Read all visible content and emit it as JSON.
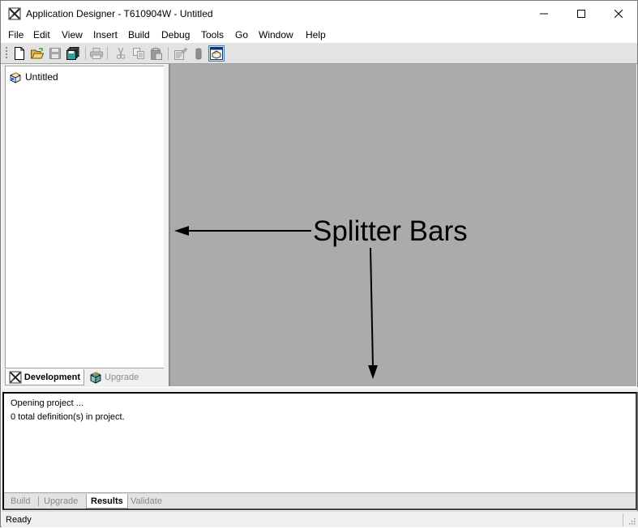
{
  "window": {
    "title": "Application Designer - T610904W - Untitled",
    "controls": {
      "minimize": "—",
      "maximize": "☐",
      "close": "✕"
    }
  },
  "menubar": {
    "items": [
      {
        "label": "File"
      },
      {
        "label": "Edit"
      },
      {
        "label": "View"
      },
      {
        "label": "Insert"
      },
      {
        "label": "Build"
      },
      {
        "label": "Debug"
      },
      {
        "label": "Tools"
      },
      {
        "label": "Go"
      },
      {
        "label": "Window"
      },
      {
        "label": "Help"
      }
    ]
  },
  "toolbar": {
    "buttons": [
      {
        "icon": "new-file-icon",
        "enabled": true
      },
      {
        "icon": "open-folder-icon",
        "enabled": true
      },
      {
        "icon": "save-icon",
        "enabled": false
      },
      {
        "icon": "save-all-icon",
        "enabled": true
      },
      {
        "icon": "print-icon",
        "enabled": false
      },
      {
        "icon": "cut-icon",
        "enabled": false
      },
      {
        "icon": "copy-icon",
        "enabled": false
      },
      {
        "icon": "paste-icon",
        "enabled": false
      },
      {
        "icon": "properties-icon",
        "enabled": false
      },
      {
        "icon": "component-icon",
        "enabled": false
      },
      {
        "icon": "project-workspace-icon",
        "enabled": true,
        "pressed": true
      }
    ]
  },
  "project_pane": {
    "tree": [
      {
        "label": "Untitled",
        "icon": "project-icon"
      }
    ],
    "tabs": [
      {
        "label": "Development",
        "icon": "development-icon",
        "active": true
      },
      {
        "label": "Upgrade",
        "icon": "upgrade-icon",
        "active": false
      }
    ]
  },
  "workspace": {
    "background": "#ababab"
  },
  "annotation": {
    "label": "Splitter Bars"
  },
  "output": {
    "lines": [
      "Opening project ...",
      "0  total definition(s) in project."
    ],
    "tabs": [
      {
        "label": "Build",
        "active": false
      },
      {
        "label": "Upgrade",
        "active": false
      },
      {
        "label": "Results",
        "active": true
      },
      {
        "label": "Validate",
        "active": false
      }
    ]
  },
  "statusbar": {
    "text": "Ready"
  }
}
